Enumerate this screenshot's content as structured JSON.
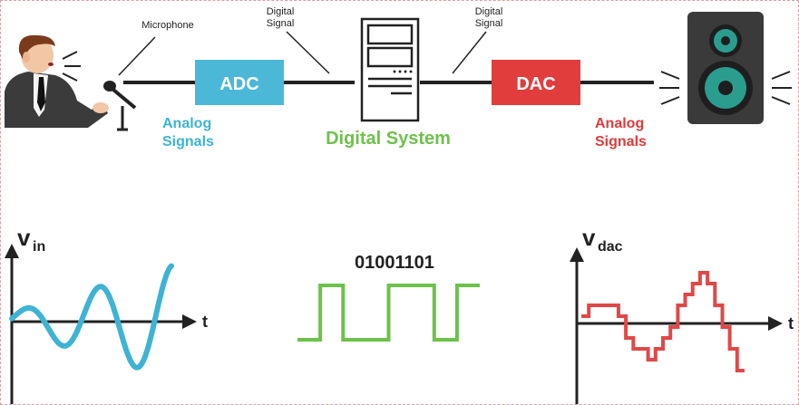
{
  "labels": {
    "microphone": "Microphone",
    "digital_signal_left_1": "Digital",
    "digital_signal_left_2": "Signal",
    "digital_signal_right_1": "Digital",
    "digital_signal_right_2": "Signal",
    "adc": "ADC",
    "dac": "DAC",
    "analog_left_1": "Analog",
    "analog_left_2": "Signals",
    "digital_system": "Digital System",
    "analog_right_1": "Analog",
    "analog_right_2": "Signals",
    "vin_v": "v",
    "vin_sub": "in",
    "t_left": "t",
    "binary_code": "01001101",
    "vdac_v": "v",
    "vdac_sub": "dac",
    "t_right": "t"
  },
  "colors": {
    "adc_box": "#4bb8d8",
    "dac_box": "#e23d3d",
    "analog_left_text": "#3db4d4",
    "digital_system_text": "#6cc24a",
    "analog_right_text": "#e03a3a",
    "analog_wave": "#3fb3d4",
    "digital_wave": "#6cc24a",
    "dac_wave": "#e04848",
    "line": "#222222"
  },
  "chart_data": [
    {
      "type": "line",
      "label_v": "v",
      "label_sub": "in",
      "xlabel": "t",
      "series": [
        {
          "description_free": true,
          "values": []
        }
      ]
    },
    {
      "type": "line",
      "title": "01001101",
      "bits": [
        0,
        1,
        0,
        0,
        1,
        1,
        0,
        1
      ]
    },
    {
      "type": "line",
      "label_v": "v",
      "label_sub": "dac",
      "xlabel": "t"
    }
  ]
}
